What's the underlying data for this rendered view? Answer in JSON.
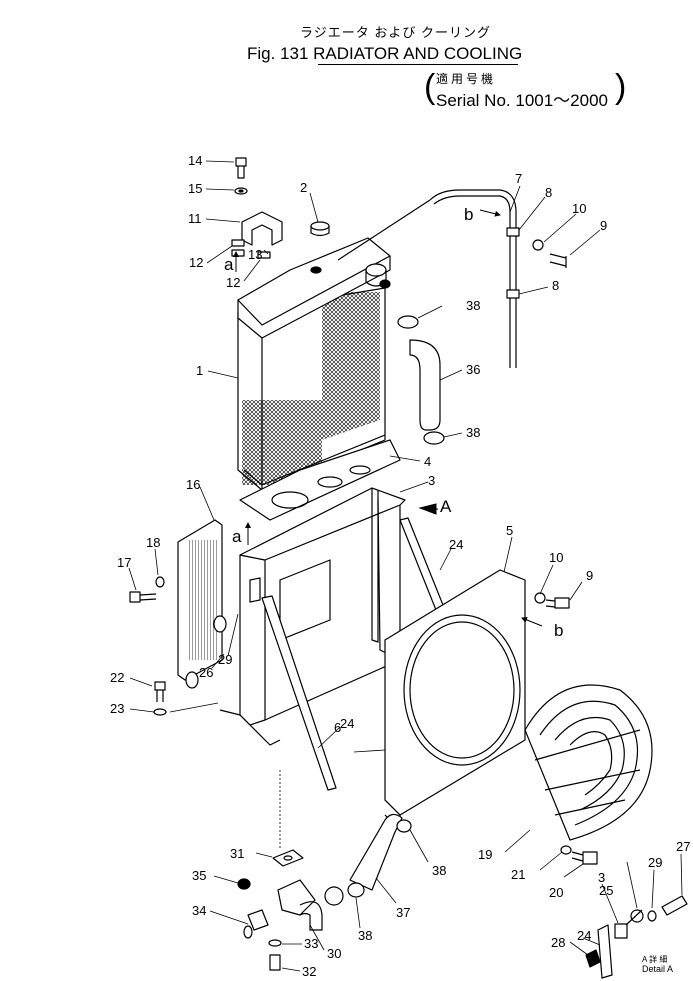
{
  "header": {
    "title_jp": "ラジエータ および クーリング",
    "title_en": "Fig. 131 RADIATOR AND COOLING",
    "serial_jp": "適用号機",
    "serial_en": "Serial No. 1001～2000",
    "paren_open": "(",
    "paren_close": ")"
  },
  "detail": {
    "label_jp": "A 詳 細",
    "label_en": "Detail A"
  },
  "callouts": [
    {
      "id": "c1",
      "text": "1"
    },
    {
      "id": "c2",
      "text": "2"
    },
    {
      "id": "c3a",
      "text": "3"
    },
    {
      "id": "c3b",
      "text": "3"
    },
    {
      "id": "c4",
      "text": "4"
    },
    {
      "id": "c5",
      "text": "5"
    },
    {
      "id": "c6",
      "text": "6"
    },
    {
      "id": "c7",
      "text": "7"
    },
    {
      "id": "c8a",
      "text": "8"
    },
    {
      "id": "c8b",
      "text": "8"
    },
    {
      "id": "c9a",
      "text": "9"
    },
    {
      "id": "c9b",
      "text": "9"
    },
    {
      "id": "c10a",
      "text": "10"
    },
    {
      "id": "c10b",
      "text": "10"
    },
    {
      "id": "c11",
      "text": "11"
    },
    {
      "id": "c12a",
      "text": "12"
    },
    {
      "id": "c12b",
      "text": "12"
    },
    {
      "id": "c13",
      "text": "13"
    },
    {
      "id": "c14",
      "text": "14"
    },
    {
      "id": "c15",
      "text": "15"
    },
    {
      "id": "c16",
      "text": "16"
    },
    {
      "id": "c17",
      "text": "17"
    },
    {
      "id": "c18",
      "text": "18"
    },
    {
      "id": "c19",
      "text": "19"
    },
    {
      "id": "c20",
      "text": "20"
    },
    {
      "id": "c21",
      "text": "21"
    },
    {
      "id": "c22",
      "text": "22"
    },
    {
      "id": "c23",
      "text": "23"
    },
    {
      "id": "c24a",
      "text": "24"
    },
    {
      "id": "c24b",
      "text": "24"
    },
    {
      "id": "c24c",
      "text": "24"
    },
    {
      "id": "c25",
      "text": "25"
    },
    {
      "id": "c26",
      "text": "26"
    },
    {
      "id": "c27",
      "text": "27"
    },
    {
      "id": "c28",
      "text": "28"
    },
    {
      "id": "c29a",
      "text": "29"
    },
    {
      "id": "c29b",
      "text": "29"
    },
    {
      "id": "c30",
      "text": "30"
    },
    {
      "id": "c31",
      "text": "31"
    },
    {
      "id": "c32",
      "text": "32"
    },
    {
      "id": "c33",
      "text": "33"
    },
    {
      "id": "c34",
      "text": "34"
    },
    {
      "id": "c35",
      "text": "35"
    },
    {
      "id": "c36",
      "text": "36"
    },
    {
      "id": "c37",
      "text": "37"
    },
    {
      "id": "c38a",
      "text": "38"
    },
    {
      "id": "c38b",
      "text": "38"
    },
    {
      "id": "c38c",
      "text": "38"
    },
    {
      "id": "c38d",
      "text": "38"
    }
  ],
  "markers": [
    {
      "id": "ma1",
      "text": "a"
    },
    {
      "id": "ma2",
      "text": "a"
    },
    {
      "id": "mb1",
      "text": "b"
    },
    {
      "id": "mb2",
      "text": "b"
    },
    {
      "id": "mA",
      "text": "A"
    }
  ]
}
